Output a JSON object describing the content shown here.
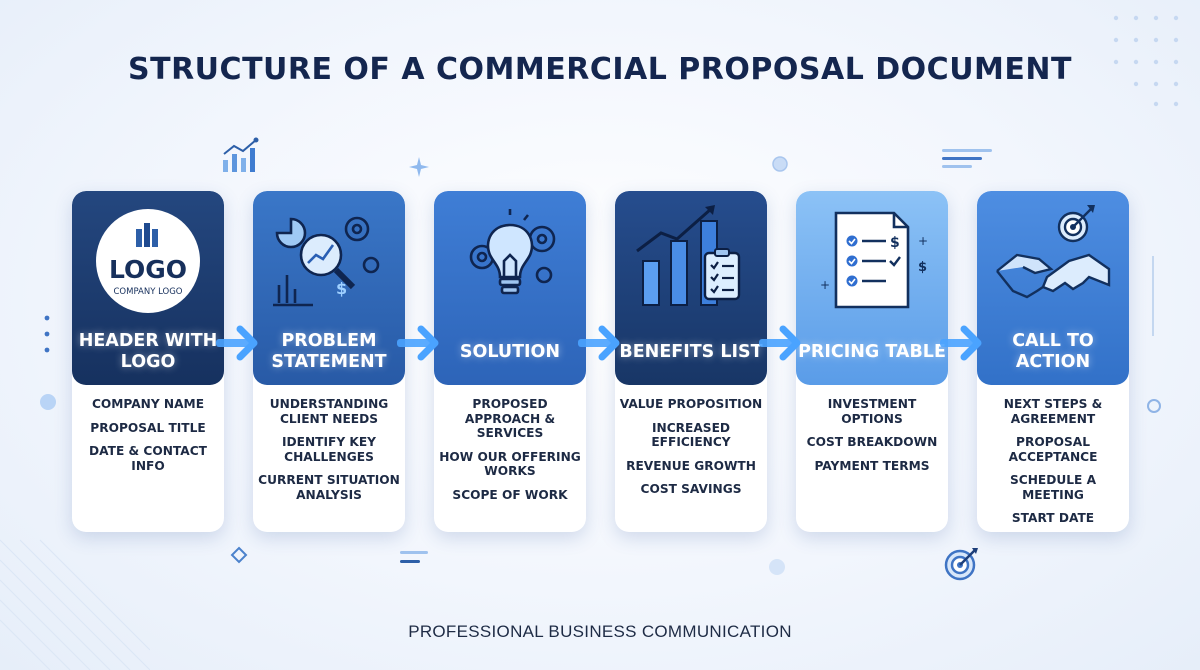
{
  "title": "STRUCTURE OF A COMMERCIAL PROPOSAL DOCUMENT",
  "footer": "PROFESSIONAL BUSINESS COMMUNICATION",
  "colors": {
    "card1": "#1b3a72",
    "card2": "#2f66b8",
    "card3": "#3a74cc",
    "card4": "#1f3f7e",
    "card5": "#6eaef0",
    "card6": "#3d7fd8",
    "arrow": "#4aa3ff",
    "text_dark": "#1d2a44"
  },
  "logo": {
    "main": "LOGO",
    "sub": "COMPANY LOGO"
  },
  "steps": [
    {
      "heading": "HEADER WITH LOGO",
      "icon": "logo-badge-icon",
      "items": [
        "COMPANY NAME",
        "PROPOSAL TITLE",
        "DATE & CONTACT INFO"
      ]
    },
    {
      "heading": "PROBLEM STATEMENT",
      "icon": "magnifier-analysis-icon",
      "items": [
        "UNDERSTANDING CLIENT NEEDS",
        "IDENTIFY KEY CHALLENGES",
        "CURRENT SITUATION ANALYSIS"
      ]
    },
    {
      "heading": "SOLUTION",
      "icon": "lightbulb-gears-icon",
      "items": [
        "PROPOSED APPROACH & SERVICES",
        "HOW OUR OFFERING WORKS",
        "SCOPE OF WORK"
      ]
    },
    {
      "heading": "BENEFITS LIST",
      "icon": "growth-chart-checklist-icon",
      "items": [
        "VALUE PROPOSITION",
        "INCREASED EFFICIENCY",
        "REVENUE GROWTH",
        "COST SAVINGS"
      ]
    },
    {
      "heading": "PRICING TABLE",
      "icon": "pricing-document-icon",
      "items": [
        "INVESTMENT OPTIONS",
        "COST BREAKDOWN",
        "PAYMENT TERMS"
      ]
    },
    {
      "heading": "CALL TO ACTION",
      "icon": "handshake-target-icon",
      "items": [
        "NEXT STEPS & AGREEMENT",
        "PROPOSAL ACCEPTANCE",
        "SCHEDULE A MEETING",
        "START DATE"
      ]
    }
  ]
}
